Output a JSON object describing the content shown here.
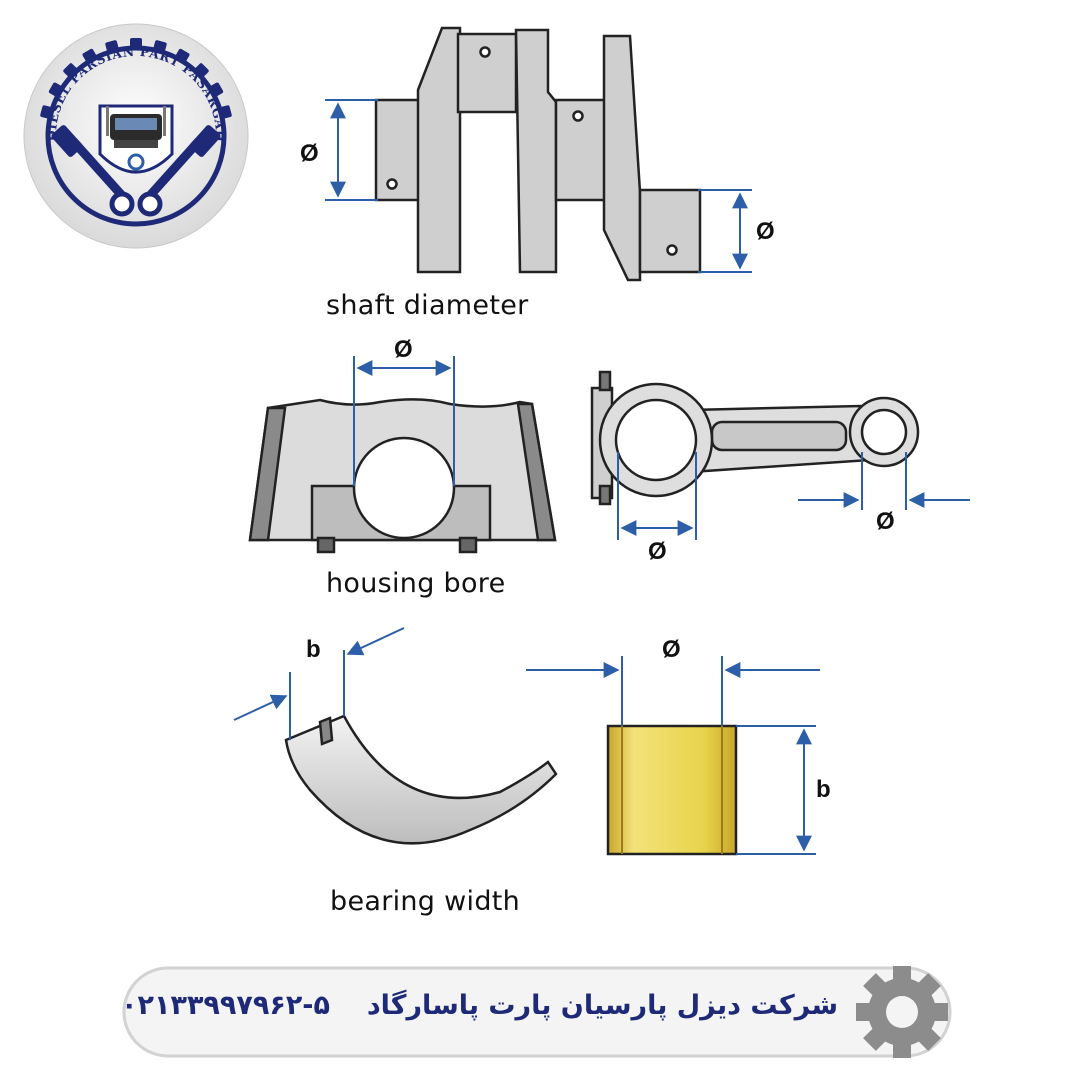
{
  "logo": {
    "ring_text": "DIESEL PARSIAN PART PASARGAD",
    "icon": "truck-pistons-icon"
  },
  "captions": {
    "shaft": "shaft diameter",
    "housing": "housing bore",
    "bearing": "bearing width"
  },
  "symbols": {
    "diameter": "Ø",
    "width": "b"
  },
  "footer": {
    "company": "شرکت دیزل پارسیان پارت پاسارگاد",
    "phone": "۰۲۱۳۳۹۹۷۹۶۲-۵",
    "icon": "gear-icon"
  },
  "colors": {
    "dimension_line": "#2d5fa8",
    "brand": "#1e2a78",
    "bushing": "#e8d44a"
  }
}
